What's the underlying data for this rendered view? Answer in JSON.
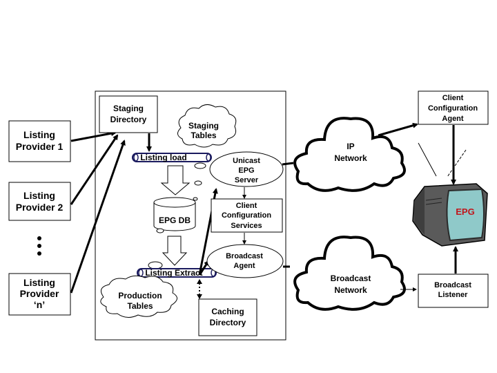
{
  "providers": [
    {
      "line1": "Listing",
      "line2": "Provider 1"
    },
    {
      "line1": "Listing",
      "line2": "Provider 2"
    },
    {
      "line1": "Listing",
      "line2": "Provider",
      "line3": "‘n’"
    }
  ],
  "staging_directory": {
    "line1": "Staging",
    "line2": "Directory"
  },
  "staging_tables": {
    "line1": "Staging",
    "line2": "Tables"
  },
  "listing_load": "Listing load",
  "epg_db": "EPG DB",
  "listing_extract": "Listing Extract",
  "production_tables": {
    "line1": "Production",
    "line2": "Tables"
  },
  "caching_directory": {
    "line1": "Caching",
    "line2": "Directory"
  },
  "unicast_server": {
    "line1": "Unicast",
    "line2": "EPG",
    "line3": "Server"
  },
  "client_config_services": {
    "line1": "Client",
    "line2": "Configuration",
    "line3": "Services"
  },
  "broadcast_agent": {
    "line1": "Broadcast",
    "line2": "Agent"
  },
  "ip_network": {
    "line1": "IP",
    "line2": "Network"
  },
  "broadcast_network": {
    "line1": "Broadcast",
    "line2": "Network"
  },
  "client_config_agent": {
    "line1": "Client",
    "line2": "Configuration",
    "line3": "Agent"
  },
  "broadcast_listener": {
    "line1": "Broadcast",
    "line2": "Listener"
  },
  "tv": {
    "label": "EPG",
    "label_color": "#c0161c",
    "screen_color": "#8fc9c9"
  }
}
